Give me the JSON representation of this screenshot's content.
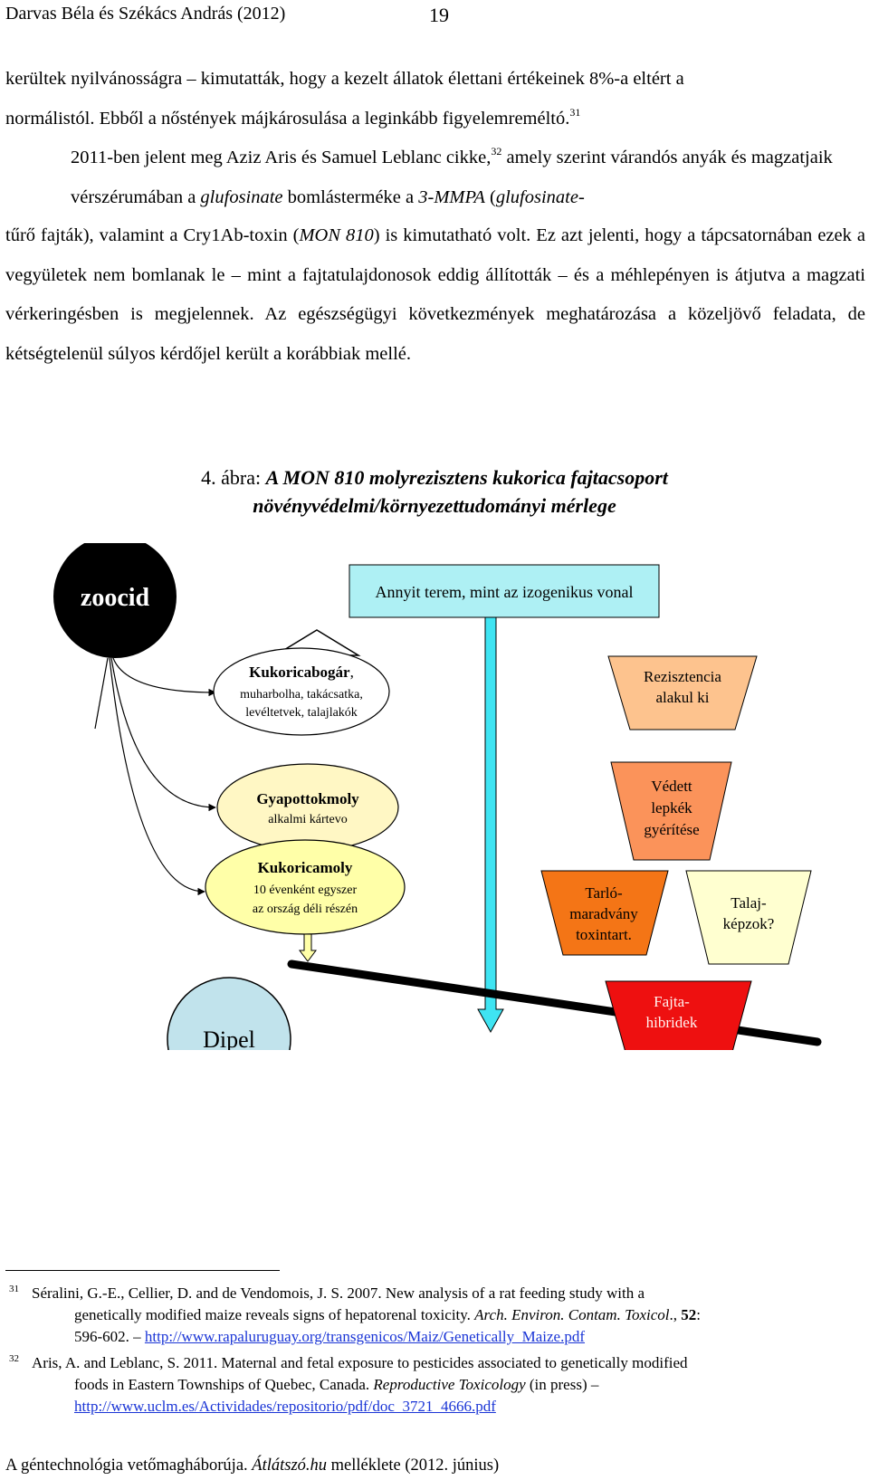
{
  "header": {
    "authors": "Darvas Béla és Székács András (2012)",
    "page_number": "19"
  },
  "body": {
    "p1_line1": "kerültek nyilvánosságra – kimutatták, hogy a kezelt állatok élettani értékeinek 8%-a eltért a",
    "p1_line2": "normálistól. Ebből a nőstények májkárosulása a leginkább figyelemreméltó.",
    "p1_ref": "31",
    "p2_a": "2011-ben jelent meg Aziz Aris és Samuel Leblanc cikke,",
    "p2_ref": "32",
    "p2_b": " amely szerint várandós anyák és magzatjaik vérszérumában a ",
    "p2_glufosinate": "glufosinate",
    "p2_c": " bomlásterméke a ",
    "p2_mmpa": "3-MMPA",
    "p2_d": " (",
    "p2_gluf2": "glufosinate-",
    "p2_e": "tűrő fajták), valamint a Cry1Ab-toxin (",
    "p2_mon": "MON 810",
    "p2_f": ") is kimutatható volt. Ez azt jelenti, hogy a tápcsatornában ezek a vegyületek nem bomlanak le – mint a fajtatulajdonosok eddig állították – és a méhlepényen is átjutva a magzati vérkeringésben is megjelennek. Az egészségügyi következmények meghatározása a közeljövő feladata, de kétségtelenül súlyos kérdőjel került a korábbiak mellé."
  },
  "figure": {
    "caption_prefix": "4. ábra: ",
    "caption_title_line1": "A MON 810 molyrezisztens kukorica fajtacsoport",
    "caption_title_line2": "növényvédelmi/környezettudományi mérlege",
    "zoocid": "zoocid",
    "top_box": "Annyit terem, mint az izogenikus vonal",
    "kukoricabogar_title": "Kukoricabogár",
    "kukoricabogar_comma": ",",
    "kukoricabogar_line2": "muharbolha, takácsatka,",
    "kukoricabogar_line3": "levéltetvek, talajlakók",
    "gyapot_title": "Gyapottokmoly",
    "gyapot_line2": "alkalmi kártevo",
    "kukoricamoly_title": "Kukoricamoly",
    "kukoricamoly_line2": "10 évenként egyszer",
    "kukoricamoly_line3": "az ország déli részén",
    "dipel": "Dipel",
    "rezisztencia_line1": "Rezisztencia",
    "rezisztencia_line2": "alakul ki",
    "vedett_line1": "Védett",
    "vedett_line2": "lepkék",
    "vedett_line3": "gyérítése",
    "tarlo_line1": "Tarló-",
    "tarlo_line2": "maradvány",
    "tarlo_line3": "toxintart.",
    "talaj_line1": "Talaj-",
    "talaj_line2": "képzok?",
    "fajta_line1": "Fajta-",
    "fajta_line2": "hibridek",
    "colors": {
      "top_box_fill": "#aef0f4",
      "down_arrow_fill": "#3fe4f2",
      "cream": "#fff7c4",
      "light_yellow": "#ffffa8",
      "peach": "#fdc38e",
      "orange": "#fb935a",
      "dark_orange": "#f47516",
      "pale_yellow": "#ffffd0",
      "red": "#ee1010",
      "dipel_fill": "#c1e3ec"
    }
  },
  "footnotes": {
    "fn31_num": "31",
    "fn31_line1": "Séralini, G.-E., Cellier, D. and de Vendomois, J. S. 2007. New analysis of a rat feeding study with a",
    "fn31_line2a": "genetically modified maize reveals signs of hepatorenal toxicity. ",
    "fn31_journal": "Arch. Environ. Contam. Toxicol",
    "fn31_line2b": "., ",
    "fn31_vol": "52",
    "fn31_line2c": ":",
    "fn31_line3a": "596-602. – ",
    "fn31_url": "http://www.rapaluruguay.org/transgenicos/Maiz/Genetically_Maize.pdf",
    "fn32_num": "32",
    "fn32_line1": "Aris, A. and Leblanc, S. 2011. Maternal and fetal exposure to pesticides associated to genetically modified",
    "fn32_line2a": "foods in Eastern Townships of Quebec, Canada. ",
    "fn32_journal": "Reproductive Toxicology",
    "fn32_line2b": " (in press) –",
    "fn32_url": "http://www.uclm.es/Actividades/repositorio/pdf/doc_3721_4666.pdf"
  },
  "footer": {
    "text_a": "A géntechnológia vetőmagháborúja. ",
    "text_italic": "Átlátszó.hu",
    "text_b": " melléklete (2012. június)"
  }
}
